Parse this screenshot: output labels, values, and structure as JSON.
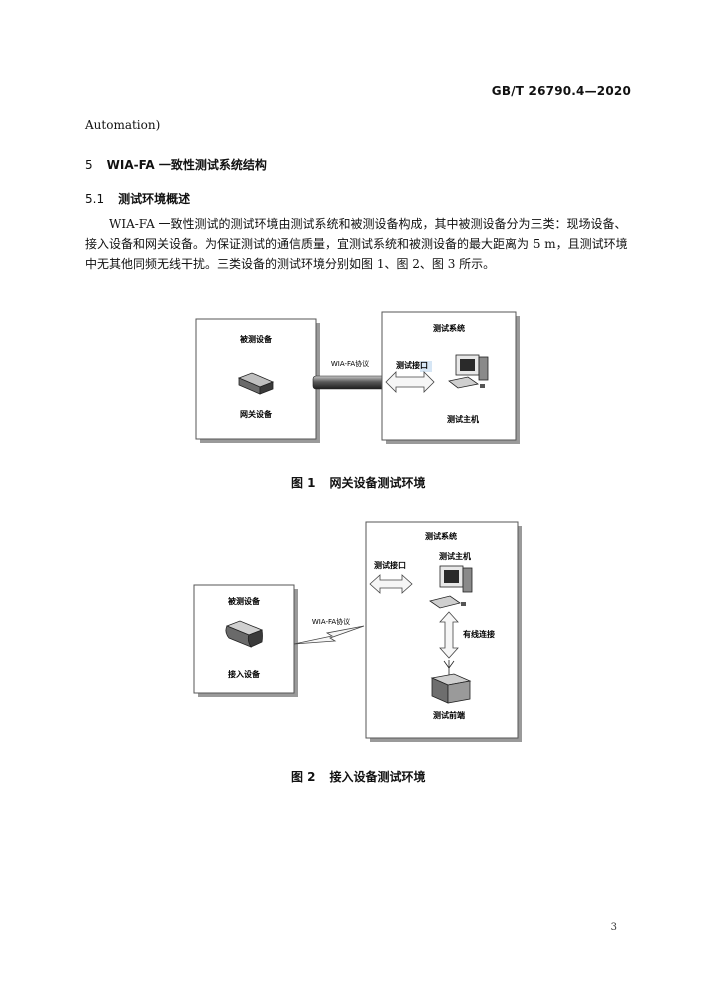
{
  "header": {
    "standard_code": "GB/T 26790.4—2020"
  },
  "continuation_text": "Automation)",
  "section5": {
    "number": "5",
    "title": "WIA-FA 一致性测试系统结构"
  },
  "section5_1": {
    "number": "5.1",
    "title": "测试环境概述"
  },
  "paragraph": {
    "line1": "WIA-FA 一致性测试的测试环境由测试系统和被测设备构成，其中被测设备分为三类：现场设备、",
    "line2": "接入设备和网关设备。为保证测试的通信质量，宜测试系统和被测设备的最大距离为 5 m，且测试环境",
    "line3": "中无其他同频无线干扰。三类设备的测试环境分别如图 1、图 2、图 3 所示。"
  },
  "figure1": {
    "dut_box_label": "被测设备",
    "device_label": "网关设备",
    "protocol_label": "WIA-FA协议",
    "test_system_label": "测试系统",
    "interface_label": "测试接口",
    "host_label": "测试主机",
    "caption_number": "图 1",
    "caption_title": "网关设备测试环境"
  },
  "figure2": {
    "dut_box_label": "被测设备",
    "device_label": "接入设备",
    "protocol_label": "WIA-FA协议",
    "test_system_label": "测试系统",
    "interface_label": "测试接口",
    "host_label": "测试主机",
    "wired_label": "有线连接",
    "frontend_label": "测试前端",
    "caption_number": "图 2",
    "caption_title": "接入设备测试环境"
  },
  "page_number": "3",
  "colors": {
    "box_shadow": "#9a9a9a",
    "arrow_fill": "#f6f6f6",
    "cable_dark": "#3a3a3a",
    "highlight": "#d6e6f5"
  }
}
